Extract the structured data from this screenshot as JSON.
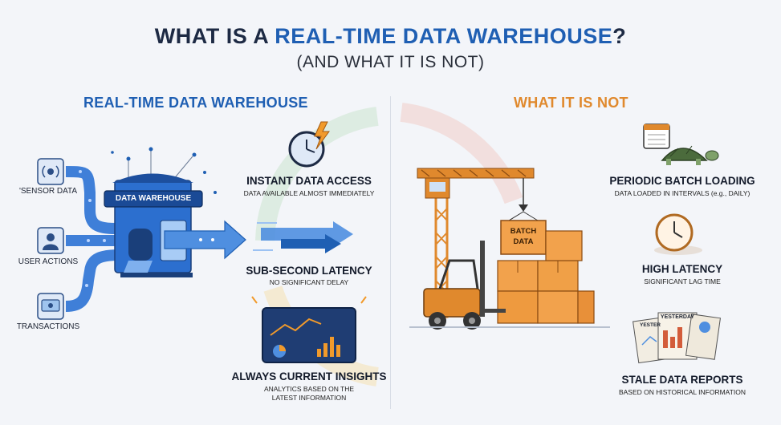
{
  "title": {
    "prefix": "WHAT IS A ",
    "highlight": "REAL-TIME DATA WAREHOUSE",
    "suffix": "?",
    "subtitle": "(AND WHAT IT IS NOT)"
  },
  "left": {
    "heading": "REAL-TIME DATA WAREHOUSE",
    "warehouse_label": "DATA WAREHOUSE",
    "sources": [
      {
        "label": "'SENSOR DATA",
        "icon": "sensor-icon"
      },
      {
        "label": "USER ACTIONS",
        "icon": "user-icon"
      },
      {
        "label": "TRANSACTIONS",
        "icon": "money-icon"
      }
    ],
    "features": [
      {
        "title": "INSTANT DATA ACCESS",
        "desc": "DATA AVAILABLE ALMOST IMMEDIATELY",
        "icon": "clock-lightning-icon"
      },
      {
        "title": "SUB-SECOND LATENCY",
        "desc": "NO SIGNIFICANT DELAY",
        "icon": "speed-arrows-icon"
      },
      {
        "title": "ALWAYS CURRENT INSIGHTS",
        "desc1": "ANALYTICS BASED ON THE",
        "desc2": "LATEST INFORMATION",
        "icon": "dashboard-icon"
      }
    ]
  },
  "right": {
    "heading": "WHAT IT IS NOT",
    "batch_box_line1": "BATCH",
    "batch_box_line2": "DATA",
    "features": [
      {
        "title": "PERIODIC BATCH LOADING",
        "desc": "DATA LOADED IN INTERVALS (e.g., DAILY)",
        "icon": "turtle-calendar-icon"
      },
      {
        "title": "HIGH LATENCY",
        "desc": "SIGNIFICANT LAG TIME",
        "icon": "clock-icon"
      },
      {
        "title": "STALE DATA REPORTS",
        "desc": "BASED ON HISTORICAL INFORMATION",
        "icon": "old-reports-icon"
      }
    ],
    "report_label": "YESTERDAY",
    "report_label_short": "YESTER"
  },
  "colors": {
    "blue": "#1f5fb3",
    "light_blue": "#4f8fe0",
    "orange": "#e0892d",
    "dark": "#1d2a44"
  }
}
